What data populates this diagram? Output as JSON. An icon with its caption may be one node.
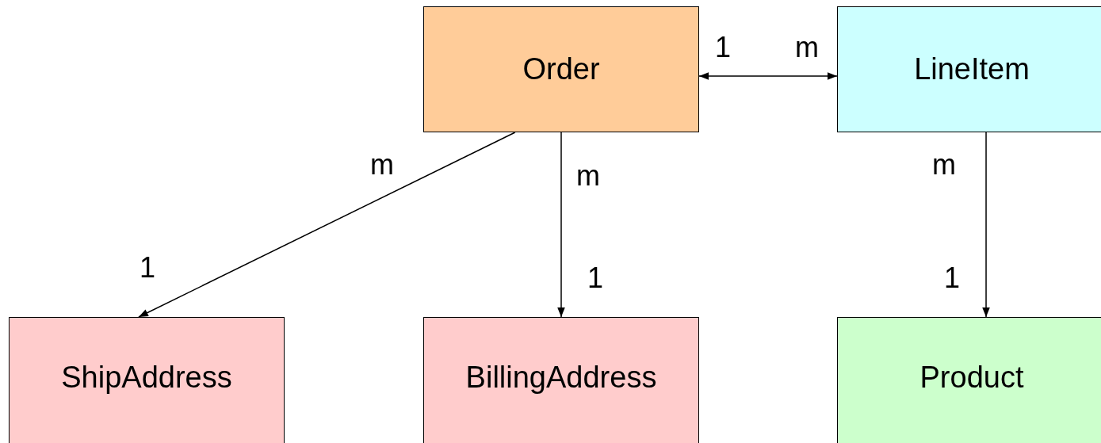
{
  "diagram": {
    "nodes": [
      {
        "text": [
          "Order"
        ]
      },
      {
        "text": [
          "LineItem"
        ]
      },
      {
        "text": [
          "ShipAddress"
        ]
      },
      {
        "text": [
          "BillingAddress"
        ]
      },
      {
        "text": [
          "Product"
        ]
      }
    ],
    "edges": [
      {
        "from": 0,
        "to": 1,
        "arrow": "both"
      },
      {
        "from": 0,
        "to": 2,
        "arrow": "to"
      },
      {
        "from": 0,
        "to": 3,
        "arrow": "to"
      },
      {
        "from": 1,
        "to": 4,
        "arrow": "to"
      }
    ],
    "labels": [
      "1",
      "m",
      "m",
      "m",
      "m",
      "1",
      "1",
      "1"
    ]
  }
}
